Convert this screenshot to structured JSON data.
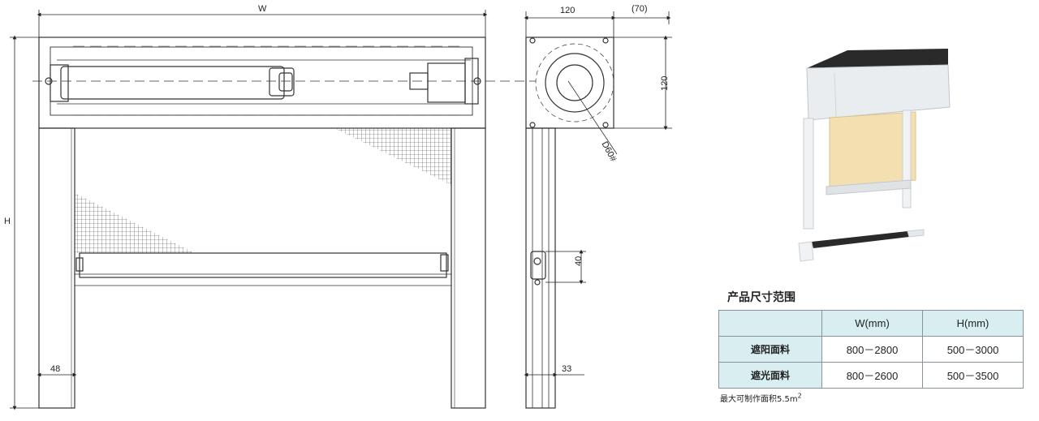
{
  "dimensions": {
    "front_width": "W",
    "front_height": "H",
    "side_post_width": "48",
    "section_width": "120",
    "section_offset": "(70)",
    "section_height": "120",
    "tube_diameter": "D60#",
    "bottom_rail_height": "40",
    "guide_width": "33"
  },
  "spec": {
    "title": "产品尺寸范围",
    "headers": [
      "",
      "W(mm)",
      "H(mm)"
    ],
    "rows": [
      {
        "name": "遮阳面料",
        "w": "800－2800",
        "h": "500－3000"
      },
      {
        "name": "遮光面料",
        "w": "800－2600",
        "h": "500－3500"
      }
    ],
    "note_prefix": "最大可制作面积5.5m",
    "note_sup": "2"
  },
  "colors": {
    "line": "#333333",
    "fabric": "#f3dfb0",
    "table_head": "#d8eef0"
  }
}
